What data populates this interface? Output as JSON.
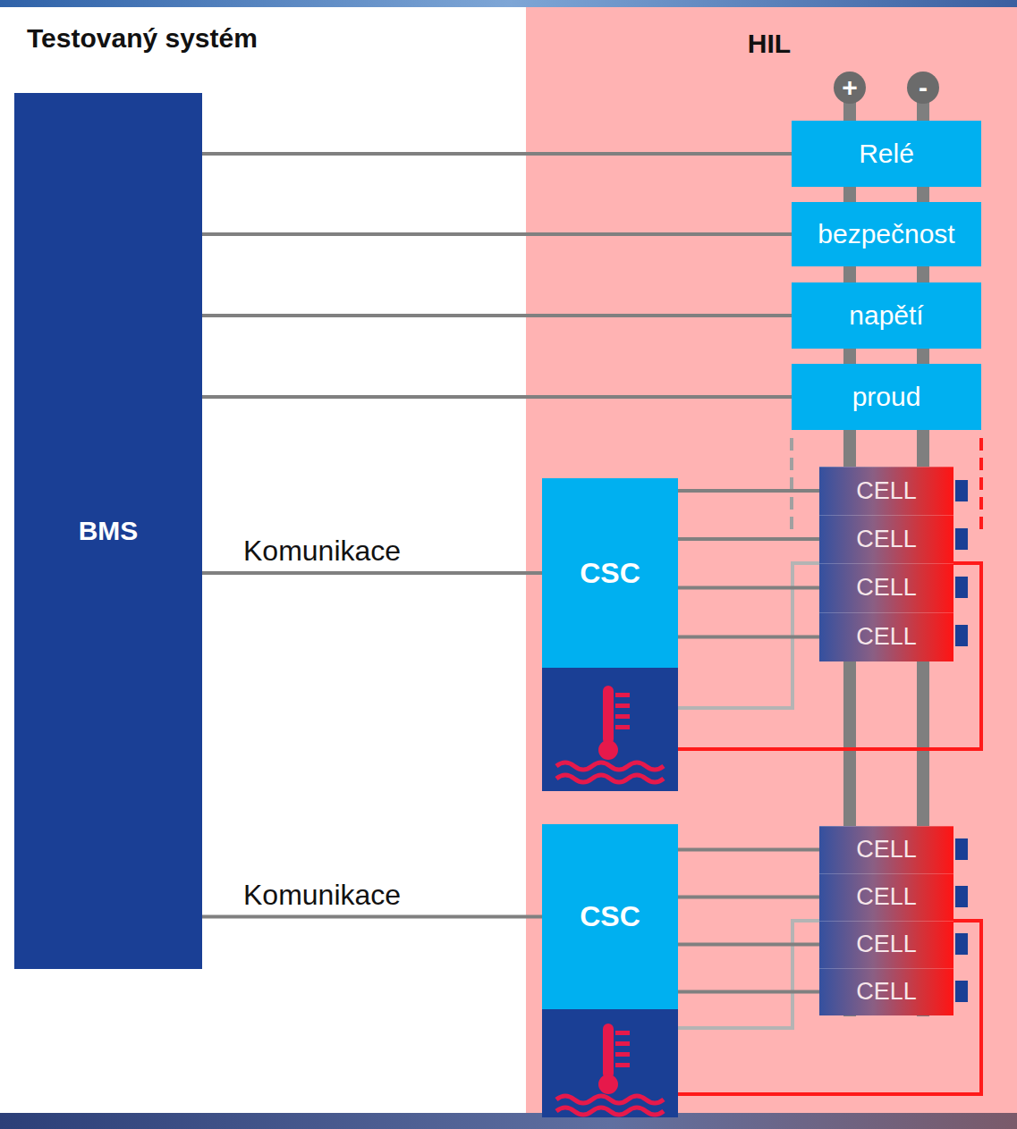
{
  "diagram": {
    "nodes": [
      {
        "text": [
          "BMS"
        ]
      },
      {
        "text": [
          "HIL"
        ]
      },
      {
        "text": [
          "+"
        ],
        "in": 1
      },
      {
        "text": [
          "-"
        ],
        "in": 1
      },
      {
        "text": [
          "Relé"
        ],
        "in": 1
      },
      {
        "text": [
          "bezpečnost"
        ],
        "in": 1
      },
      {
        "text": [
          "napětí"
        ],
        "in": 1
      },
      {
        "text": [
          "proud"
        ],
        "in": 1
      },
      {
        "text": [
          "CSC"
        ],
        "in": 1
      },
      {
        "text": [
          "CELL"
        ],
        "in": 1
      },
      {
        "text": [
          "CELL"
        ],
        "in": 1
      },
      {
        "text": [
          "CELL"
        ],
        "in": 1
      },
      {
        "text": [
          "CELL"
        ],
        "in": 1
      },
      {
        "text": [
          "CSC"
        ],
        "in": 1
      },
      {
        "text": [
          "CELL"
        ],
        "in": 1
      },
      {
        "text": [
          "CELL"
        ],
        "in": 1
      },
      {
        "text": [
          "CELL"
        ],
        "in": 1
      },
      {
        "text": [
          "CELL"
        ],
        "in": 1
      }
    ],
    "edges": [
      {
        "from": 0,
        "to": 4,
        "arrow": "none"
      },
      {
        "from": 0,
        "to": 5,
        "arrow": "none"
      },
      {
        "from": 0,
        "to": 6,
        "arrow": "none"
      },
      {
        "from": 0,
        "to": 7,
        "arrow": "none"
      },
      {
        "from": 0,
        "to": 8,
        "label": "Komunikace",
        "arrow": "none"
      },
      {
        "from": 0,
        "to": 13,
        "label": "Komunikace",
        "arrow": "none"
      },
      {
        "from": 8,
        "to": 9,
        "arrow": "none"
      },
      {
        "from": 8,
        "to": 10,
        "arrow": "none"
      },
      {
        "from": 8,
        "to": 11,
        "arrow": "none"
      },
      {
        "from": 8,
        "to": 12,
        "arrow": "none"
      },
      {
        "from": 13,
        "to": 14,
        "arrow": "none"
      },
      {
        "from": 13,
        "to": 15,
        "arrow": "none"
      },
      {
        "from": 13,
        "to": 16,
        "arrow": "none"
      },
      {
        "from": 13,
        "to": 17,
        "arrow": "none"
      }
    ],
    "labels": [
      "Testovaný systém"
    ]
  }
}
